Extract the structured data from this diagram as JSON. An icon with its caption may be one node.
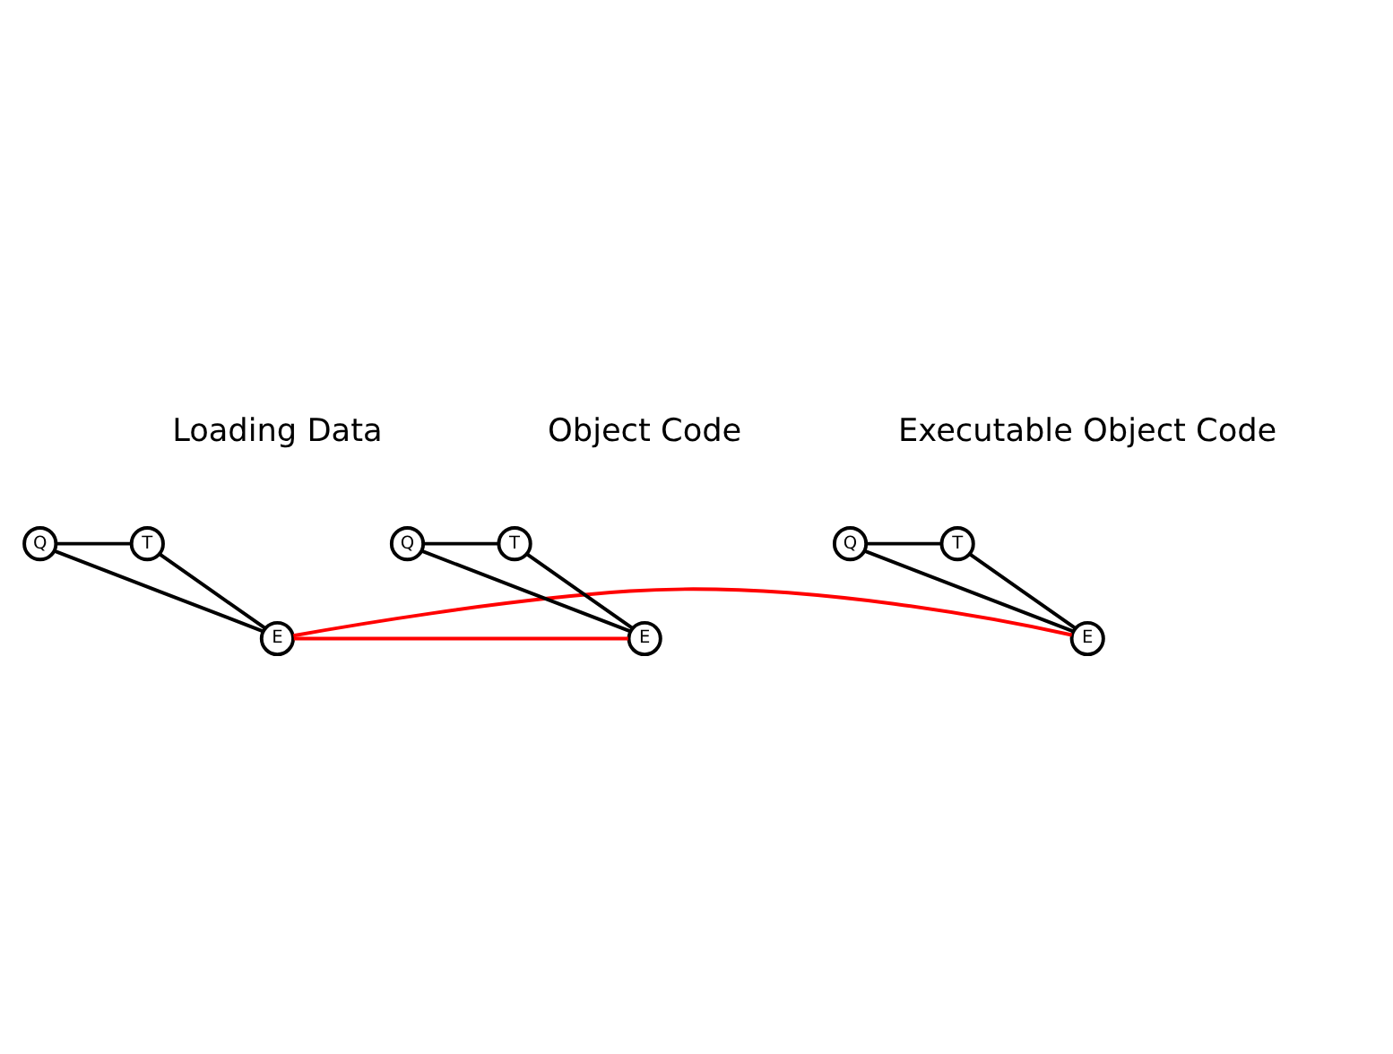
{
  "diagram": {
    "nodes": [
      {
        "text": [
          "Loading Data"
        ]
      },
      {
        "text": [
          "E"
        ]
      },
      {
        "text": [
          "Q"
        ]
      },
      {
        "text": [
          "T"
        ]
      },
      {
        "text": [
          "Object Code"
        ]
      },
      {
        "text": [
          "E"
        ]
      },
      {
        "text": [
          "Q"
        ]
      },
      {
        "text": [
          "T"
        ]
      },
      {
        "text": [
          "Executable Object Code"
        ]
      },
      {
        "text": [
          "E"
        ]
      },
      {
        "text": [
          "Q"
        ]
      },
      {
        "text": [
          "T"
        ]
      }
    ],
    "edges": [
      {
        "from": 1,
        "to": 2,
        "arrow": "none"
      },
      {
        "from": 2,
        "to": 3,
        "arrow": "none"
      },
      {
        "from": 3,
        "to": 1,
        "arrow": "none"
      },
      {
        "from": 5,
        "to": 6,
        "arrow": "none"
      },
      {
        "from": 6,
        "to": 7,
        "arrow": "none"
      },
      {
        "from": 7,
        "to": 5,
        "arrow": "none"
      },
      {
        "from": 9,
        "to": 10,
        "arrow": "none"
      },
      {
        "from": 10,
        "to": 11,
        "arrow": "none"
      },
      {
        "from": 11,
        "to": 9,
        "arrow": "none"
      },
      {
        "from": 1,
        "to": 5,
        "arrow": "none",
        "color": "#ff0000"
      },
      {
        "from": 1,
        "to": 9,
        "arrow": "none",
        "color": "#ff0000"
      }
    ]
  }
}
